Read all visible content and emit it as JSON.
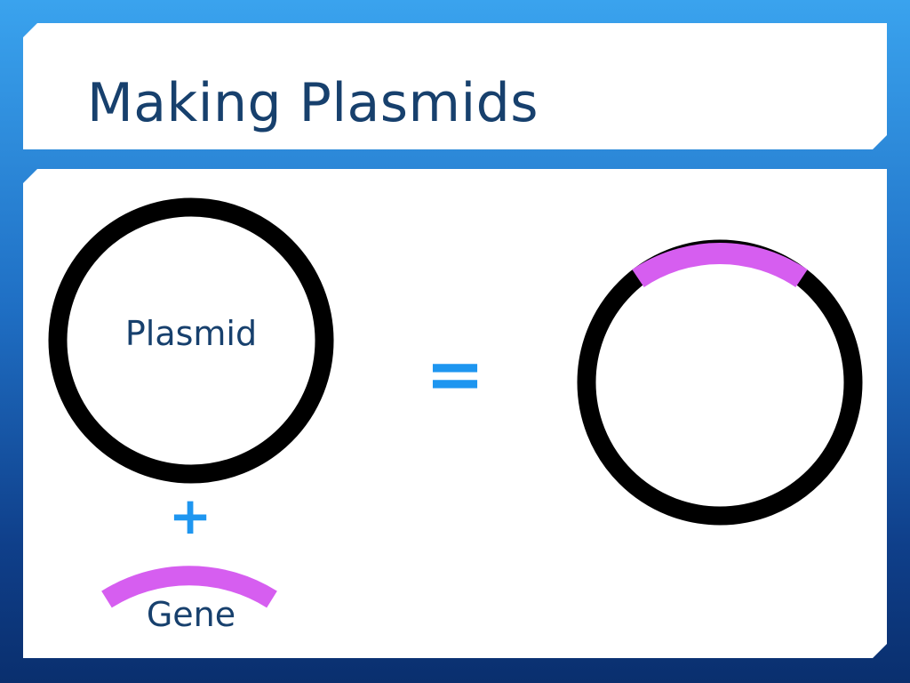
{
  "slide": {
    "title": "Making Plasmids"
  },
  "diagram": {
    "plasmid_label": "Plasmid",
    "plus_symbol": "+",
    "gene_label": "Gene",
    "equals_symbol": "="
  },
  "colors": {
    "title_text": "#17406d",
    "plasmid_ring": "#000000",
    "gene_arc": "#d65ef0",
    "operator": "#1e96f0"
  }
}
